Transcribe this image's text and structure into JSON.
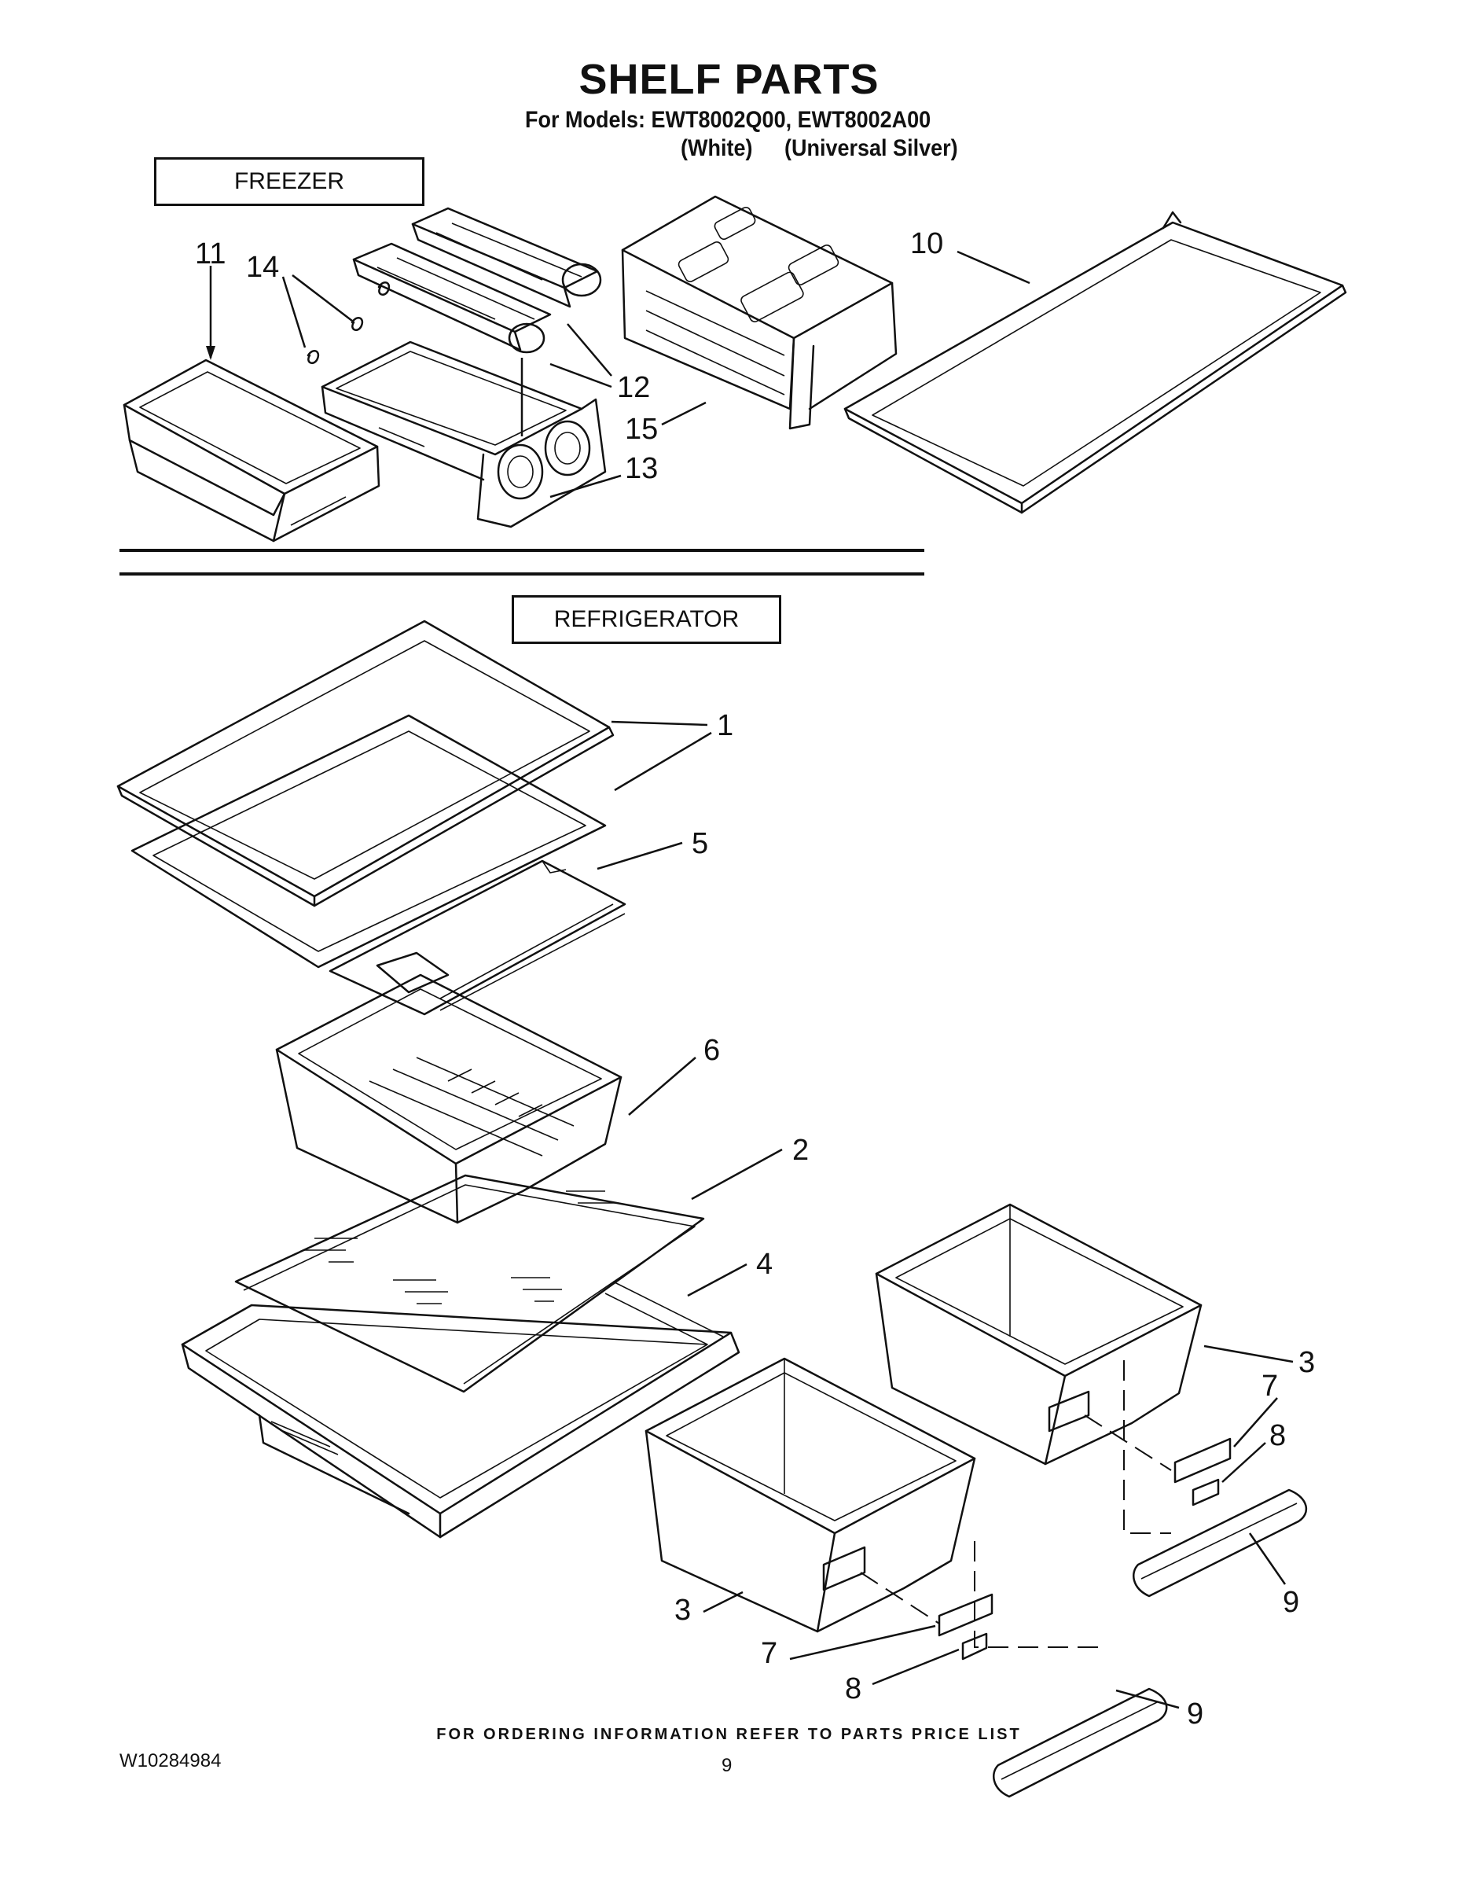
{
  "header": {
    "title": "SHELF PARTS",
    "subtitle": "For Models: EWT8002Q00, EWT8002A00",
    "variant_1": "(White)",
    "variant_2": "(Universal Silver)"
  },
  "sections": {
    "freezer": "FREEZER",
    "refrigerator": "REFRIGERATOR"
  },
  "callouts": {
    "c1": "1",
    "c2": "2",
    "c3a": "3",
    "c3b": "3",
    "c4": "4",
    "c5": "5",
    "c6": "6",
    "c7a": "7",
    "c7b": "7",
    "c8a": "8",
    "c8b": "8",
    "c9a": "9",
    "c9b": "9",
    "c10": "10",
    "c11": "11",
    "c12": "12",
    "c13": "13",
    "c14": "14",
    "c15": "15"
  },
  "footer": {
    "note": "FOR ORDERING INFORMATION REFER TO PARTS PRICE LIST",
    "doc_number": "W10284984",
    "page": "9"
  }
}
